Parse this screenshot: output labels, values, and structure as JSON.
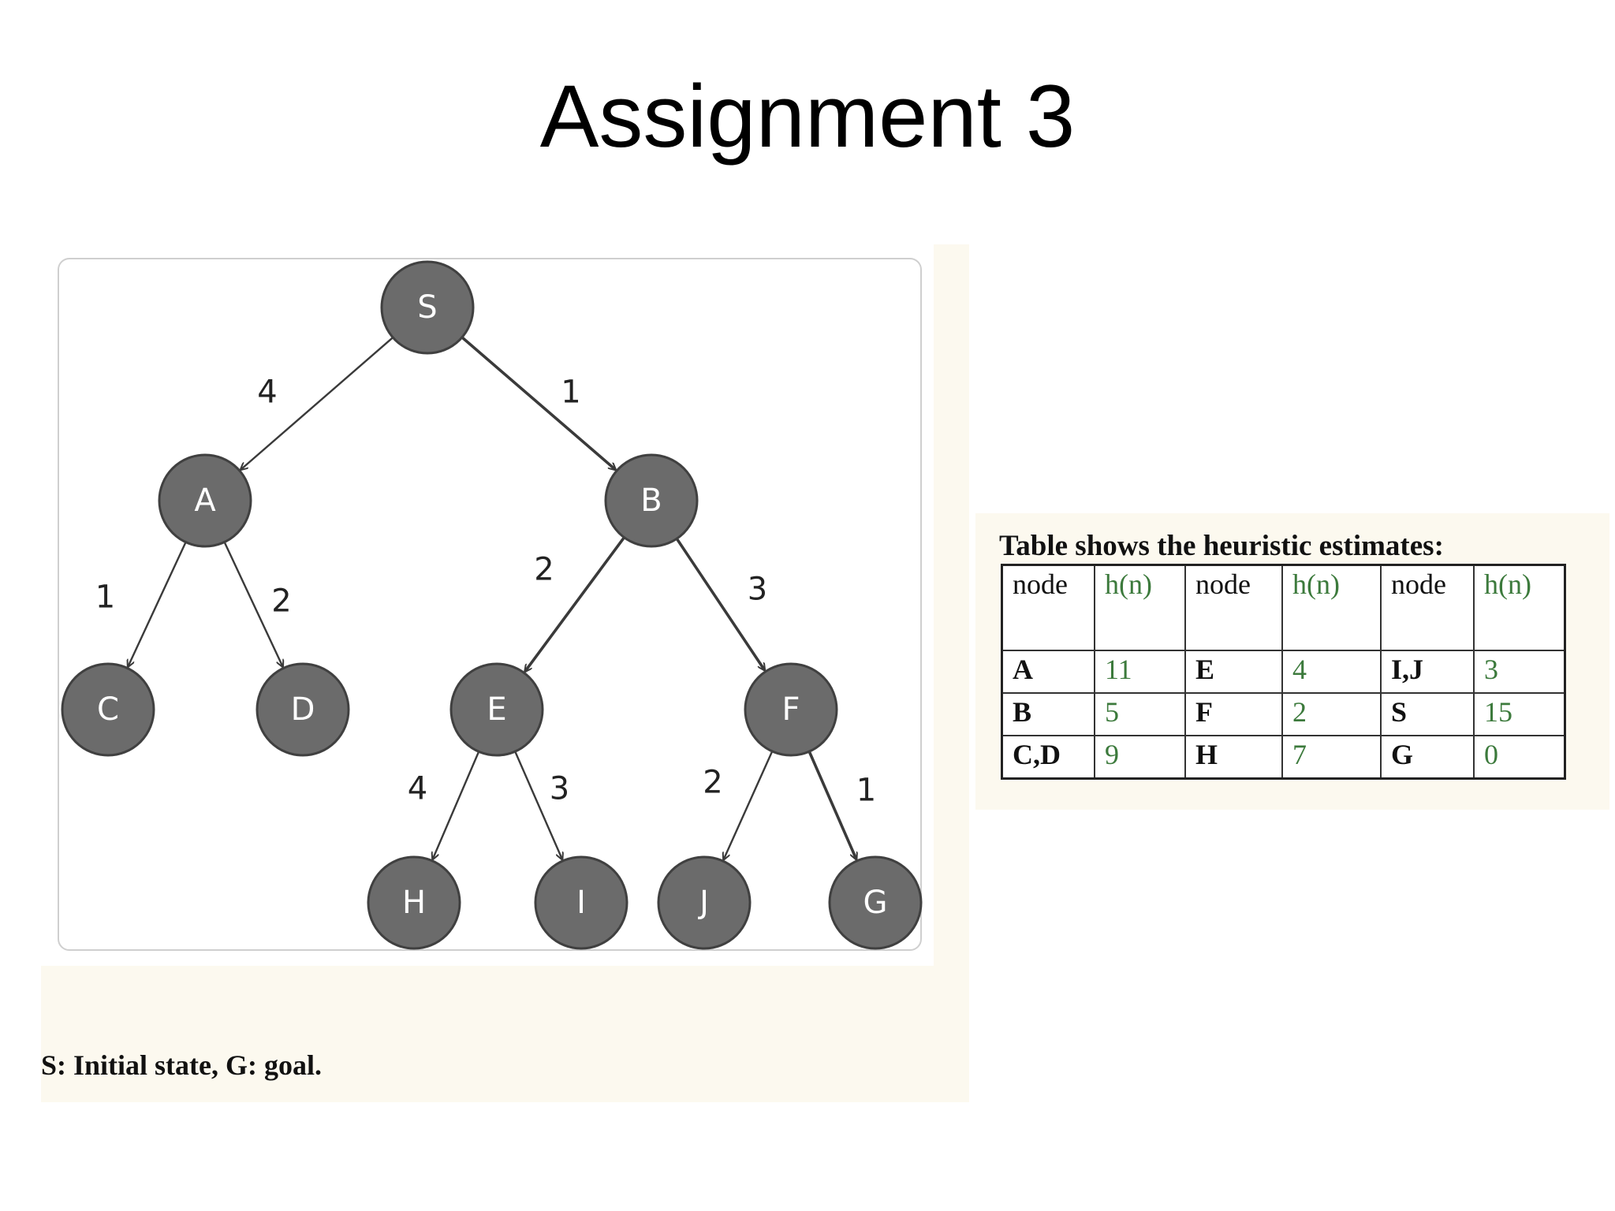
{
  "slide": {
    "title": "Assignment 3"
  },
  "graph": {
    "nodes": [
      {
        "id": "S",
        "label": "S"
      },
      {
        "id": "A",
        "label": "A"
      },
      {
        "id": "B",
        "label": "B"
      },
      {
        "id": "C",
        "label": "C"
      },
      {
        "id": "D",
        "label": "D"
      },
      {
        "id": "E",
        "label": "E"
      },
      {
        "id": "F",
        "label": "F"
      },
      {
        "id": "H",
        "label": "H"
      },
      {
        "id": "I",
        "label": "I"
      },
      {
        "id": "J",
        "label": "J"
      },
      {
        "id": "G",
        "label": "G"
      }
    ],
    "edges": [
      {
        "from": "S",
        "to": "A",
        "cost": "4"
      },
      {
        "from": "S",
        "to": "B",
        "cost": "1"
      },
      {
        "from": "A",
        "to": "C",
        "cost": "1"
      },
      {
        "from": "A",
        "to": "D",
        "cost": "2"
      },
      {
        "from": "B",
        "to": "E",
        "cost": "2"
      },
      {
        "from": "B",
        "to": "F",
        "cost": "3"
      },
      {
        "from": "E",
        "to": "H",
        "cost": "4"
      },
      {
        "from": "E",
        "to": "I",
        "cost": "3"
      },
      {
        "from": "F",
        "to": "J",
        "cost": "2"
      },
      {
        "from": "F",
        "to": "G",
        "cost": "1"
      }
    ],
    "caption": "S: Initial state, G: goal."
  },
  "heuristic_table": {
    "heading": "Table shows the heuristic estimates:",
    "headers": [
      "node",
      "h(n)",
      "node",
      "h(n)",
      "node",
      "h(n)"
    ],
    "rows": [
      [
        "A",
        "11",
        "E",
        "4",
        "I,J",
        "3"
      ],
      [
        "B",
        "5",
        "F",
        "2",
        "S",
        "15"
      ],
      [
        "C,D",
        "9",
        "H",
        "7",
        "G",
        "0"
      ]
    ]
  }
}
